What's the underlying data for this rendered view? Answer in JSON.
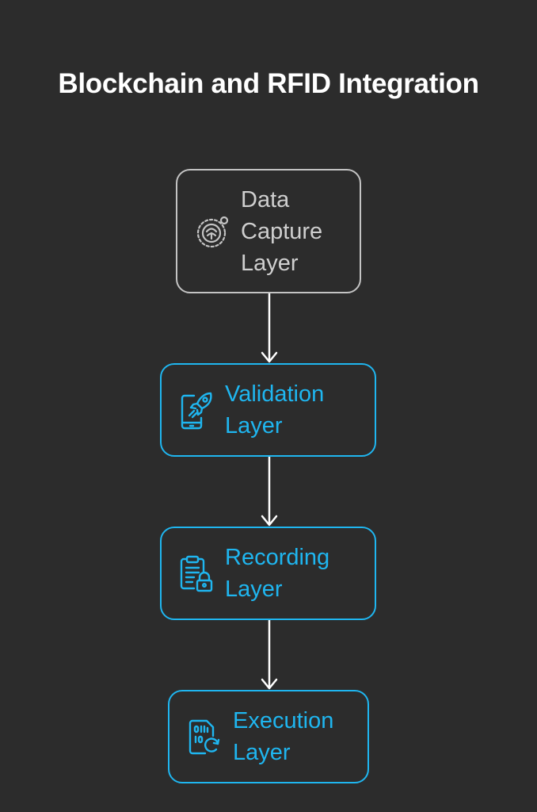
{
  "title": "Blockchain and RFID Integration",
  "nodes": [
    {
      "label_lines": [
        "Data",
        "Capture",
        "Layer"
      ],
      "icon": "fingerprint-target-icon",
      "color": "#c4c4c4"
    },
    {
      "label_lines": [
        "Validation",
        "Layer"
      ],
      "icon": "phone-rocket-icon",
      "color": "#1fb6f0"
    },
    {
      "label_lines": [
        "Recording",
        "Layer"
      ],
      "icon": "clipboard-lock-icon",
      "color": "#1fb6f0"
    },
    {
      "label_lines": [
        "Execution",
        "Layer"
      ],
      "icon": "binary-refresh-icon",
      "color": "#1fb6f0"
    }
  ],
  "colors": {
    "background": "#2c2c2c",
    "title": "#ffffff",
    "inactive": "#c4c4c4",
    "accent": "#1fb6f0",
    "arrow": "#ffffff"
  }
}
